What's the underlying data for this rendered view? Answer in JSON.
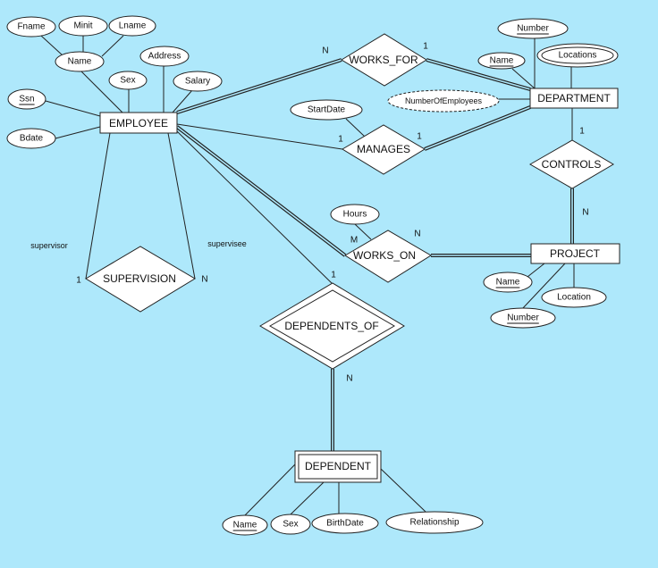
{
  "entities": {
    "employee": "EMPLOYEE",
    "department": "DEPARTMENT",
    "project": "PROJECT",
    "dependent": "DEPENDENT"
  },
  "relationships": {
    "works_for": "WORKS_FOR",
    "manages": "MANAGES",
    "controls": "CONTROLS",
    "works_on": "WORKS_ON",
    "supervision": "SUPERVISION",
    "dependents_of": "DEPENDENTS_OF"
  },
  "attributes": {
    "employee": {
      "fname": "Fname",
      "minit": "Minit",
      "lname": "Lname",
      "name": "Name",
      "address": "Address",
      "sex": "Sex",
      "salary": "Salary",
      "ssn": "Ssn",
      "bdate": "Bdate"
    },
    "manages": {
      "startdate": "StartDate"
    },
    "department": {
      "number": "Number",
      "name": "Name",
      "locations": "Locations",
      "numberofemployees": "NumberOfEmployees"
    },
    "works_on": {
      "hours": "Hours"
    },
    "project": {
      "name": "Name",
      "location": "Location",
      "number": "Number"
    },
    "dependent": {
      "name": "Name",
      "sex": "Sex",
      "birthdate": "BirthDate",
      "relationship": "Relationship"
    }
  },
  "cardinalities": {
    "works_for_emp": "N",
    "works_for_dept": "1",
    "manages_emp": "1",
    "manages_dept": "1",
    "controls_dept": "1",
    "controls_proj": "N",
    "works_on_emp": "M",
    "works_on_proj": "N",
    "dependents_of_emp": "1",
    "dependents_of_dep": "N",
    "supervision_supervisor": "1",
    "supervision_supervisee": "N"
  },
  "roles": {
    "supervisor": "supervisor",
    "supervisee": "supervisee"
  }
}
